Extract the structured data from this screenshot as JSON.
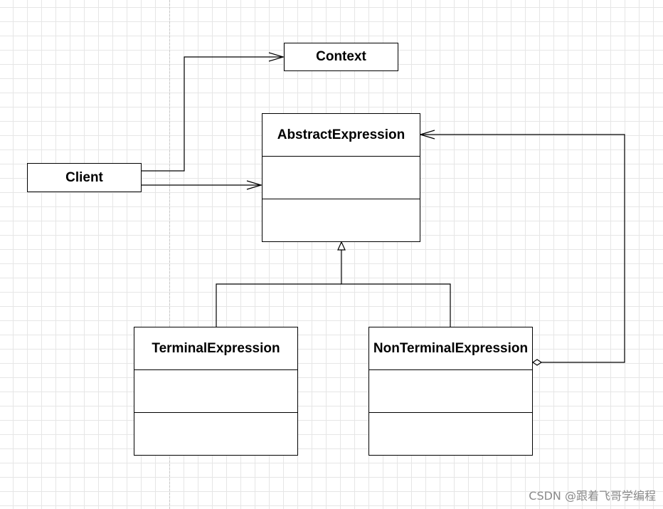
{
  "diagram": {
    "nodes": {
      "context": {
        "label": "Context"
      },
      "client": {
        "label": "Client"
      },
      "abstract_expression": {
        "label": "AbstractExpression"
      },
      "terminal_expression": {
        "label": "TerminalExpression"
      },
      "non_terminal_expression": {
        "label": "NonTerminalExpression"
      }
    },
    "edges": [
      {
        "from": "Client",
        "to": "Context",
        "kind": "association",
        "arrow": "open"
      },
      {
        "from": "Client",
        "to": "AbstractExpression",
        "kind": "association",
        "arrow": "open"
      },
      {
        "from": "TerminalExpression",
        "to": "AbstractExpression",
        "kind": "generalization",
        "arrow": "hollow-triangle"
      },
      {
        "from": "NonTerminalExpression",
        "to": "AbstractExpression",
        "kind": "generalization",
        "arrow": "hollow-triangle"
      },
      {
        "from": "NonTerminalExpression",
        "to": "AbstractExpression",
        "kind": "aggregation",
        "arrow": "open",
        "source_end": "hollow-diamond"
      }
    ]
  },
  "watermark": {
    "text": "CSDN @跟着飞哥学编程"
  },
  "colors": {
    "line": "#000000",
    "grid": "#e6e6e6",
    "background": "#ffffff",
    "watermark": "#8a8a8a"
  }
}
